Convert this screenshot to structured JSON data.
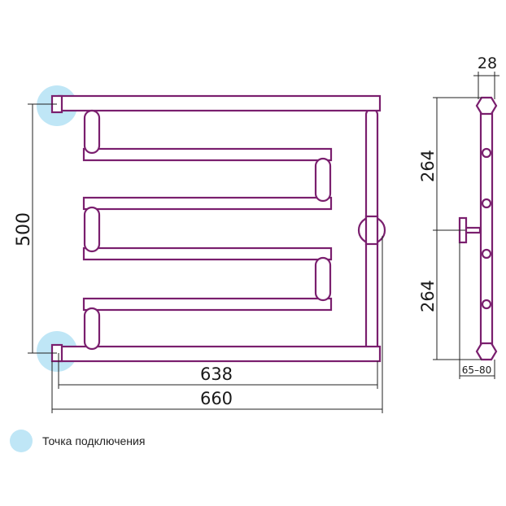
{
  "dimensions": {
    "overall_height": "500",
    "inner_width": "638",
    "overall_width": "660",
    "depth": "28",
    "upper_half": "264",
    "lower_half": "264",
    "mount_range": "65–80"
  },
  "legend": {
    "connection_point": "Точка подключения"
  },
  "colors": {
    "pipe": "#7a1f6e",
    "connection_marker": "#bfe6f6",
    "dimension": "#222222"
  }
}
